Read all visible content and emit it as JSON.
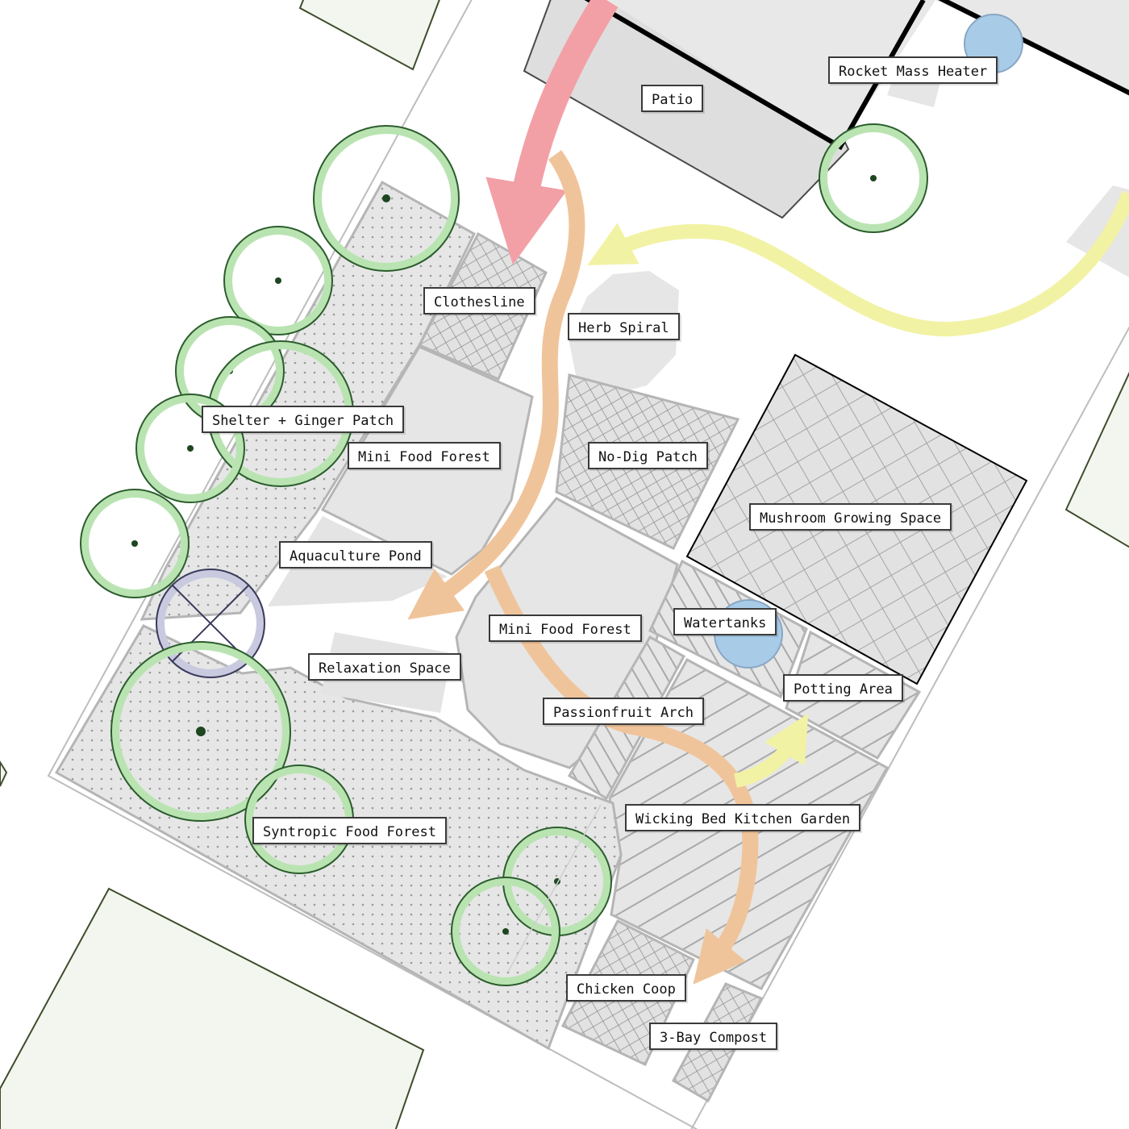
{
  "plan": {
    "labels": {
      "patio": "Patio",
      "rocket_mass_heater": "Rocket Mass Heater",
      "clothesline": "Clothesline",
      "herb_spiral": "Herb Spiral",
      "shelter_ginger_patch": "Shelter + Ginger Patch",
      "mini_food_forest_upper": "Mini Food Forest",
      "no_dig_patch": "No-Dig Patch",
      "mushroom_growing_space": "Mushroom Growing Space",
      "aquaculture_pond": "Aquaculture Pond",
      "mini_food_forest_lower": "Mini Food Forest",
      "watertanks": "Watertanks",
      "relaxation_space": "Relaxation Space",
      "potting_area": "Potting Area",
      "passionfruit_arch": "Passionfruit Arch",
      "wicking_bed_kitchen_garden": "Wicking Bed Kitchen Garden",
      "syntropic_food_forest": "Syntropic Food Forest",
      "chicken_coop": "Chicken Coop",
      "three_bay_compost": "3-Bay Compost"
    },
    "colors": {
      "house_outline": "#000000",
      "bed_fill": "#e6e6e6",
      "bed_stroke": "#b5b5b5",
      "tree_canopy": "#b9e4b2",
      "tree_outline": "#2b5d2c",
      "removed_tree": "#c9c9e0",
      "water": "#a8cbe8",
      "path_main": "#f0c49a",
      "path_access": "#f2f2a4",
      "path_house": "#f2a0a6",
      "neighbour_lot": "#f3f6ef"
    },
    "icons": [
      "tree-icon",
      "removed-tree-icon",
      "water-tank-icon",
      "flow-arrow-icon"
    ]
  }
}
